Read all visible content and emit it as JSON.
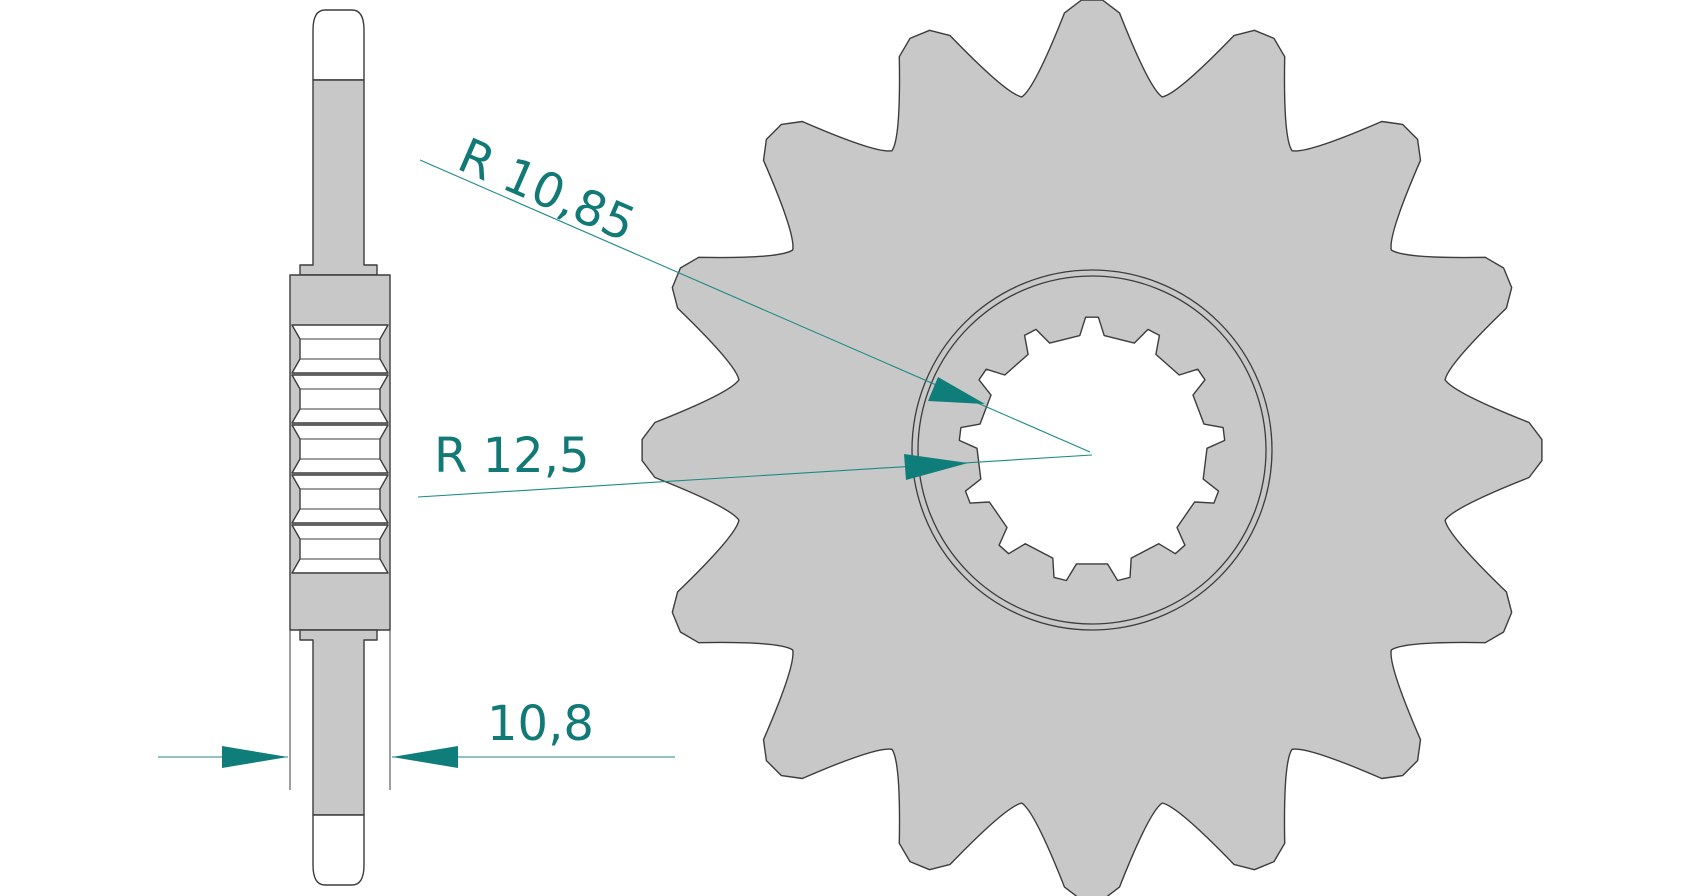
{
  "dimensions": {
    "outer_radius_label": "R  10,85",
    "inner_radius_label": "R  12,5",
    "thickness_label": "10,8"
  },
  "sprocket": {
    "teeth": 16,
    "spline_teeth": 13
  },
  "colors": {
    "part_fill": "#c8c8c8",
    "outline": "#3c3c3c",
    "dimension": "#1d8a86",
    "background": "#ffffff"
  }
}
